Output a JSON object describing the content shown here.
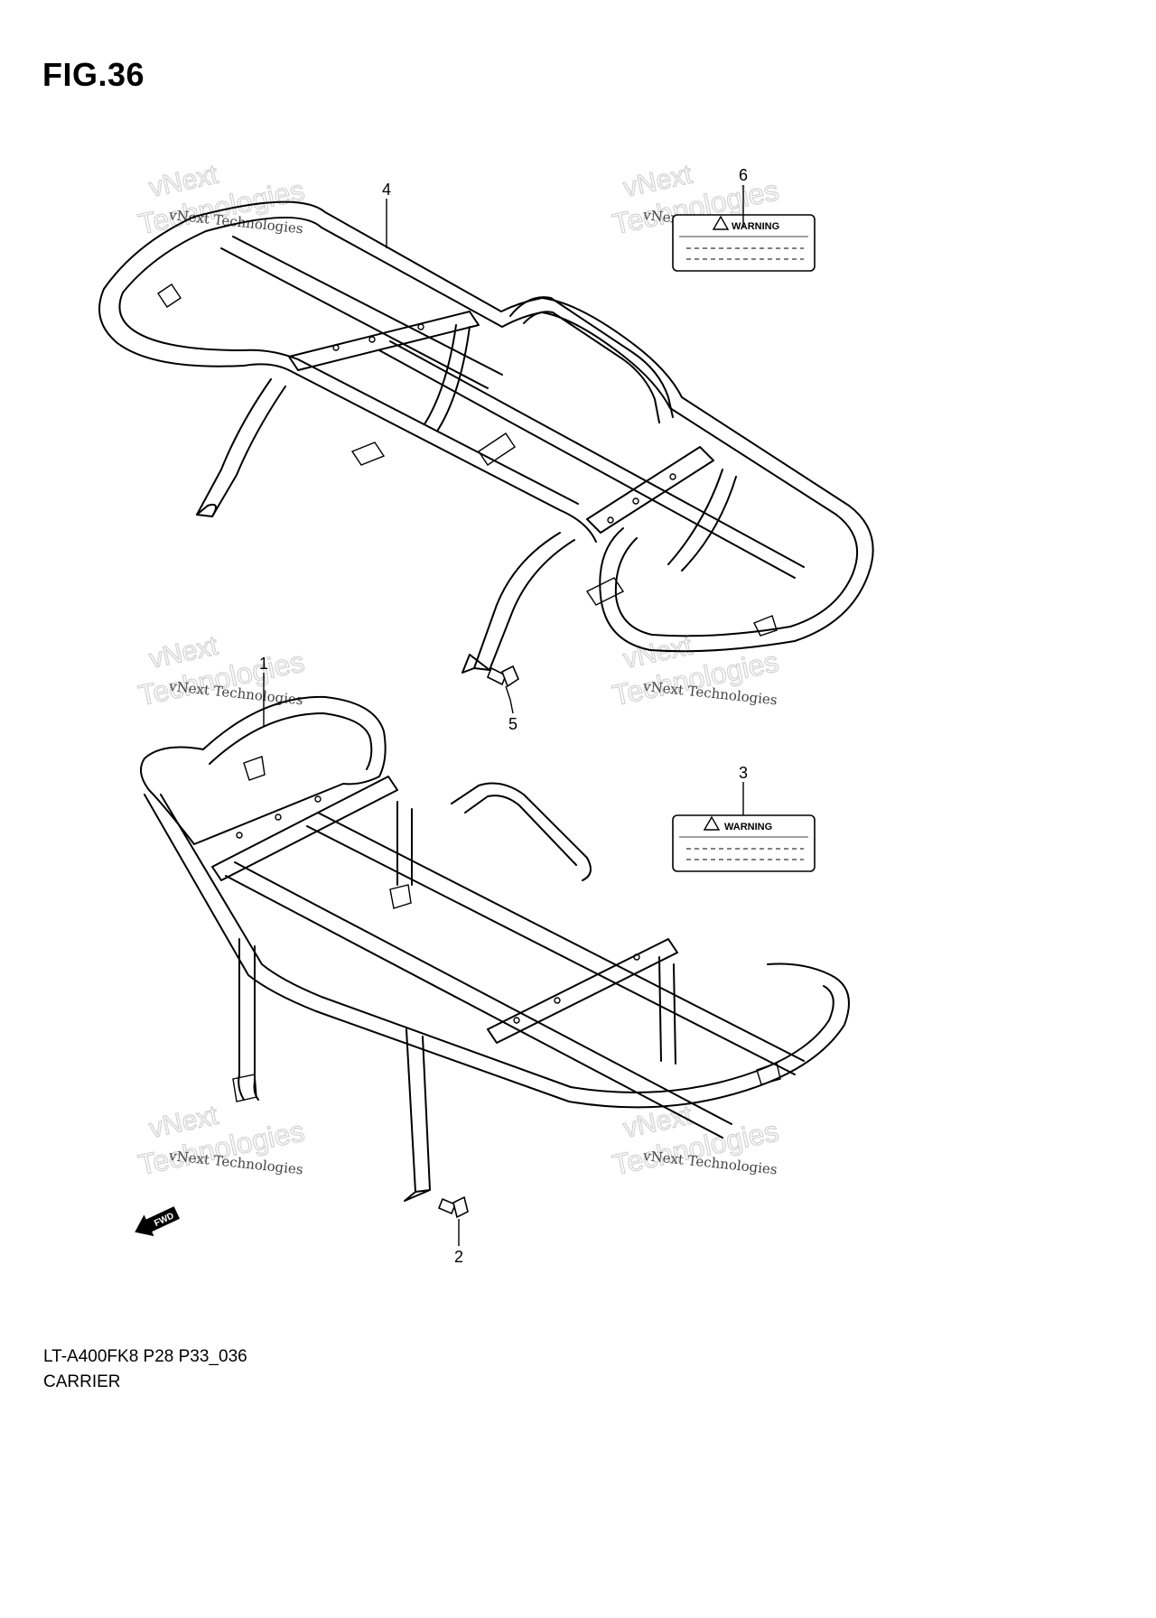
{
  "figure": {
    "title": "FIG.36",
    "model_code": "LT-A400FK8 P28 P33_036",
    "section": "CARRIER"
  },
  "callouts": [
    {
      "id": "4",
      "label": "4"
    },
    {
      "id": "6",
      "label": "6"
    },
    {
      "id": "5",
      "label": "5"
    },
    {
      "id": "1",
      "label": "1"
    },
    {
      "id": "3",
      "label": "3"
    },
    {
      "id": "2",
      "label": "2"
    }
  ],
  "warning_labels": [
    {
      "id": "label-6",
      "text": "WARNING"
    },
    {
      "id": "label-3",
      "text": "WARNING"
    }
  ],
  "fwd_arrow": {
    "text": "FWD"
  },
  "watermark": {
    "line1": "vNext Technologies",
    "line2": "vNext",
    "line3": "Technologies"
  }
}
